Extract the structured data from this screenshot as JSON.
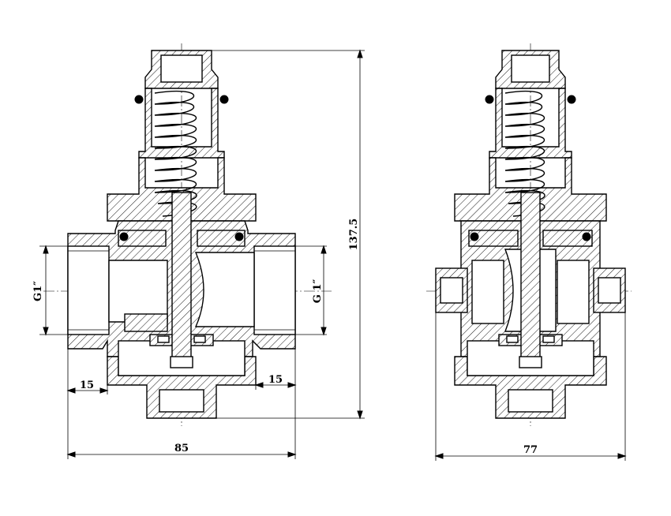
{
  "drawing": {
    "left_view": {
      "inlet_thread_label": "G1″",
      "outlet_thread_label": "G 1″",
      "left_end_length": "15",
      "right_end_length": "15",
      "overall_width": "85",
      "overall_height": "137.5"
    },
    "right_view": {
      "overall_width": "77"
    }
  }
}
